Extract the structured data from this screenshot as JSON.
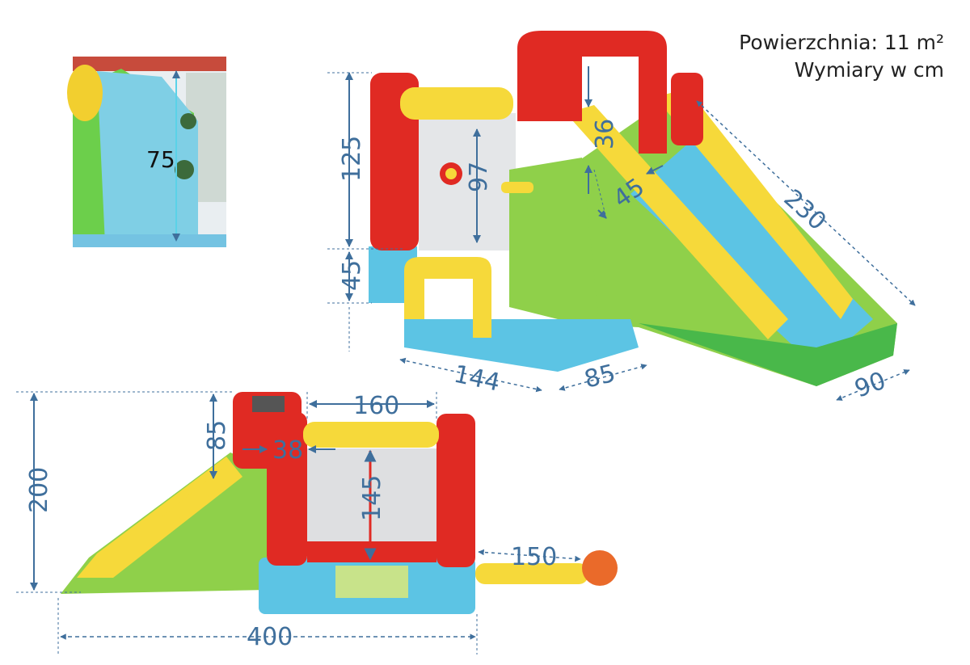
{
  "info": {
    "area_line": "Powierzchnia: 11 m²",
    "units_line": "Wymiary w cm"
  },
  "colors": {
    "red": "#e02a23",
    "yellow": "#f6d93a",
    "green": "#8fd04a",
    "blue": "#5cc4e4",
    "dim": "#3f6f9c"
  },
  "inset": {
    "label": "75"
  },
  "top_view": {
    "height_total": "125",
    "base_height": "45",
    "wall_97": "97",
    "arch_36": "36",
    "slide_45": "45",
    "slide_length": "230",
    "length_144": "144",
    "length_85": "85",
    "slide_width": "90"
  },
  "side_view": {
    "height_total": "200",
    "top_85": "85",
    "width_160": "160",
    "gap_38": "38",
    "inner_145": "145",
    "blower_150": "150",
    "length_400": "400"
  }
}
